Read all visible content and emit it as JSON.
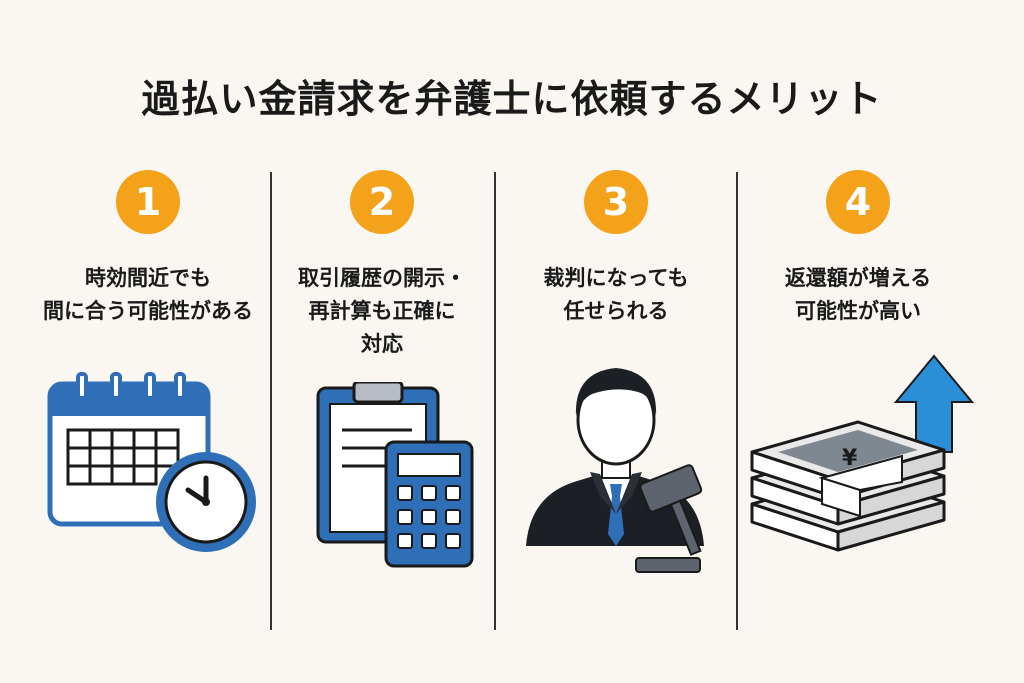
{
  "title": "過払い金請求を弁護士に依頼するメリット",
  "colors": {
    "badge": "#f5a21b",
    "icon_blue": "#2e6fb8",
    "arrow_blue": "#2a8fd6"
  },
  "benefits": [
    {
      "number": "1",
      "lines": [
        "時効間近でも",
        "間に合う可能性がある"
      ],
      "icon": "calendar-clock-icon"
    },
    {
      "number": "2",
      "lines": [
        "取引履歴の開示・",
        "再計算も正確に",
        "対応"
      ],
      "icon": "clipboard-calculator-icon"
    },
    {
      "number": "3",
      "lines": [
        "裁判になっても",
        "任せられる"
      ],
      "icon": "lawyer-gavel-icon"
    },
    {
      "number": "4",
      "lines": [
        "返還額が増える",
        "可能性が高い"
      ],
      "icon": "money-arrow-icon"
    }
  ],
  "money_band_symbol": "¥"
}
